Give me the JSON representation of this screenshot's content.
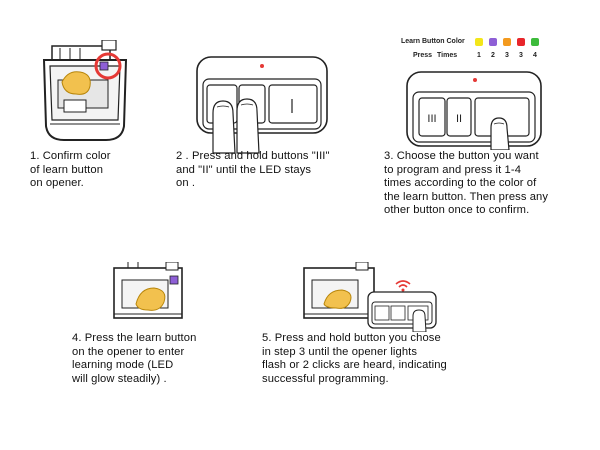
{
  "steps": [
    {
      "caption": "1. Confirm color\n     of learn button\n     on opener."
    },
    {
      "caption": "2 . Press and hold buttons \"III\"\n     and \"II\" until the LED stays\n     on ."
    },
    {
      "caption": "3. Choose the button you want\n     to program and press it 1-4\n     times according to the color of\n     the learn button. Then press any\n     other button once to confirm."
    },
    {
      "caption": "4. Press the learn button\n     on the  opener to enter\n     learning mode (LED\n     will glow steadily) ."
    },
    {
      "caption": "5. Press and hold button you chose\n     in step 3 until the opener lights\n     flash or 2 clicks are heard, indicating\n     successful programming."
    }
  ],
  "legend": {
    "title": "Learn Button Color",
    "press_label": "Press",
    "times_label": "Times",
    "colors": [
      "#f3e61a",
      "#8e5fd6",
      "#f39a1e",
      "#e8262b",
      "#3dbb3b"
    ],
    "times": [
      "1",
      "2",
      "3",
      "3",
      "4"
    ]
  },
  "remote": {
    "button_labels": [
      "III",
      "II",
      "I"
    ]
  },
  "accent": "#e53935"
}
